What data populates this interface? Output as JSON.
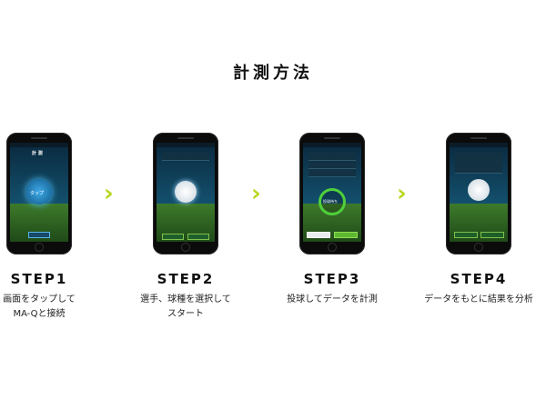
{
  "page": {
    "title": "計測方法"
  },
  "steps": [
    {
      "label": "STEP1",
      "desc_line1": "画面をタップして",
      "desc_line2": "MA-Qと接続",
      "screen": {
        "title": "計 測",
        "button": "タップ"
      }
    },
    {
      "label": "STEP2",
      "desc_line1": "選手、球種を選択して",
      "desc_line2": "スタート"
    },
    {
      "label": "STEP3",
      "desc_line1": "投球してデータを計測",
      "desc_line2": "",
      "screen": {
        "center": "投球待ち"
      }
    },
    {
      "label": "STEP4",
      "desc_line1": "データをもとに結果を分析",
      "desc_line2": ""
    }
  ],
  "colors": {
    "accent": "#b6d71f",
    "screen": "#0d3a52"
  }
}
